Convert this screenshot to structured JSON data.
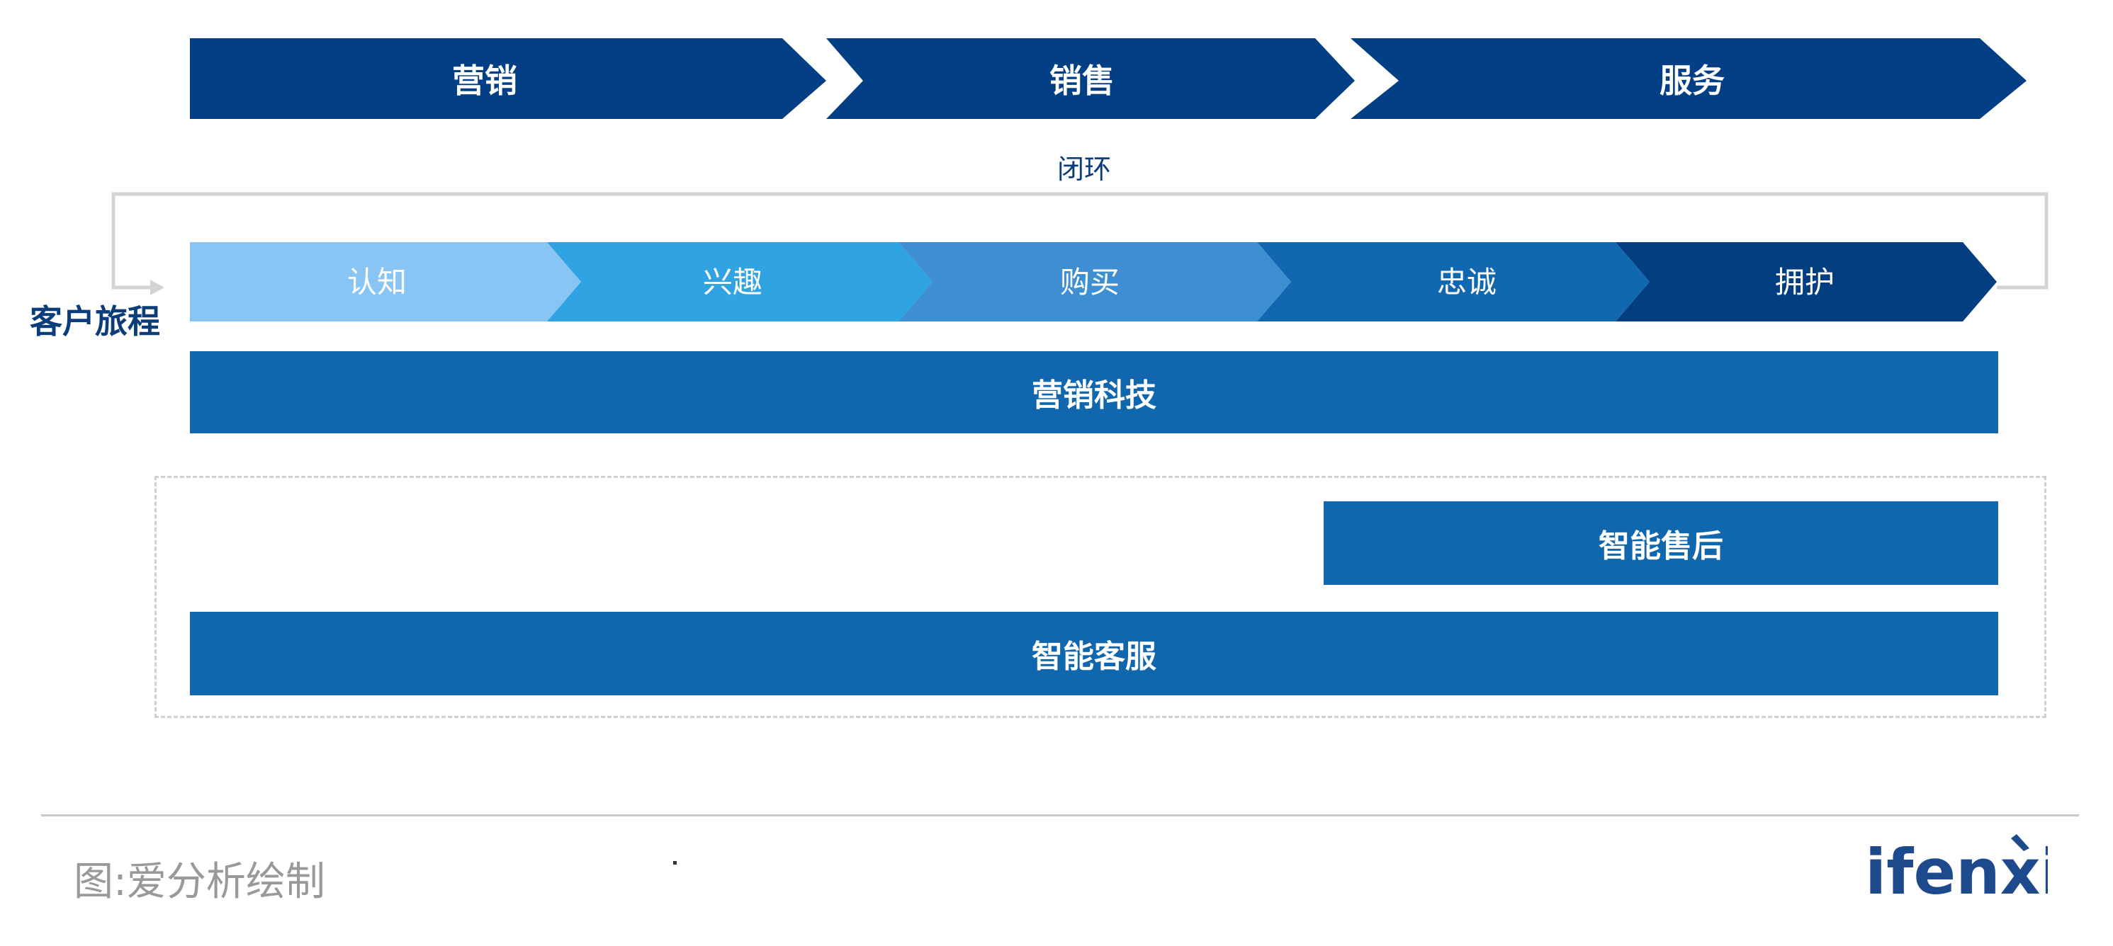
{
  "stages": [
    {
      "label": "营销",
      "color": "#023F84"
    },
    {
      "label": "销售",
      "color": "#023F84"
    },
    {
      "label": "服务",
      "color": "#023F84"
    }
  ],
  "loop_label": "闭环",
  "journey_title": "客户旅程",
  "journey_steps": [
    {
      "label": "认知",
      "color": "#88C5F5"
    },
    {
      "label": "兴趣",
      "color": "#30A3E2"
    },
    {
      "label": "购买",
      "color": "#3D8FD1"
    },
    {
      "label": "忠诚",
      "color": "#1268B0"
    },
    {
      "label": "拥护",
      "color": "#033E81"
    }
  ],
  "tech_bar": {
    "label": "营销科技"
  },
  "ai_aftersales": {
    "label": "智能售后"
  },
  "ai_service": {
    "label": "智能客服"
  },
  "caption": "图:爱分析绘制",
  "logo_text": "ifenxi",
  "colors": {
    "bar": "#1067AE",
    "loop_line": "#D4D4D4",
    "dashed_box": "#D0D0D0",
    "title": "#0B3D7A",
    "divider": "#C8C8C8",
    "caption": "#999999"
  }
}
